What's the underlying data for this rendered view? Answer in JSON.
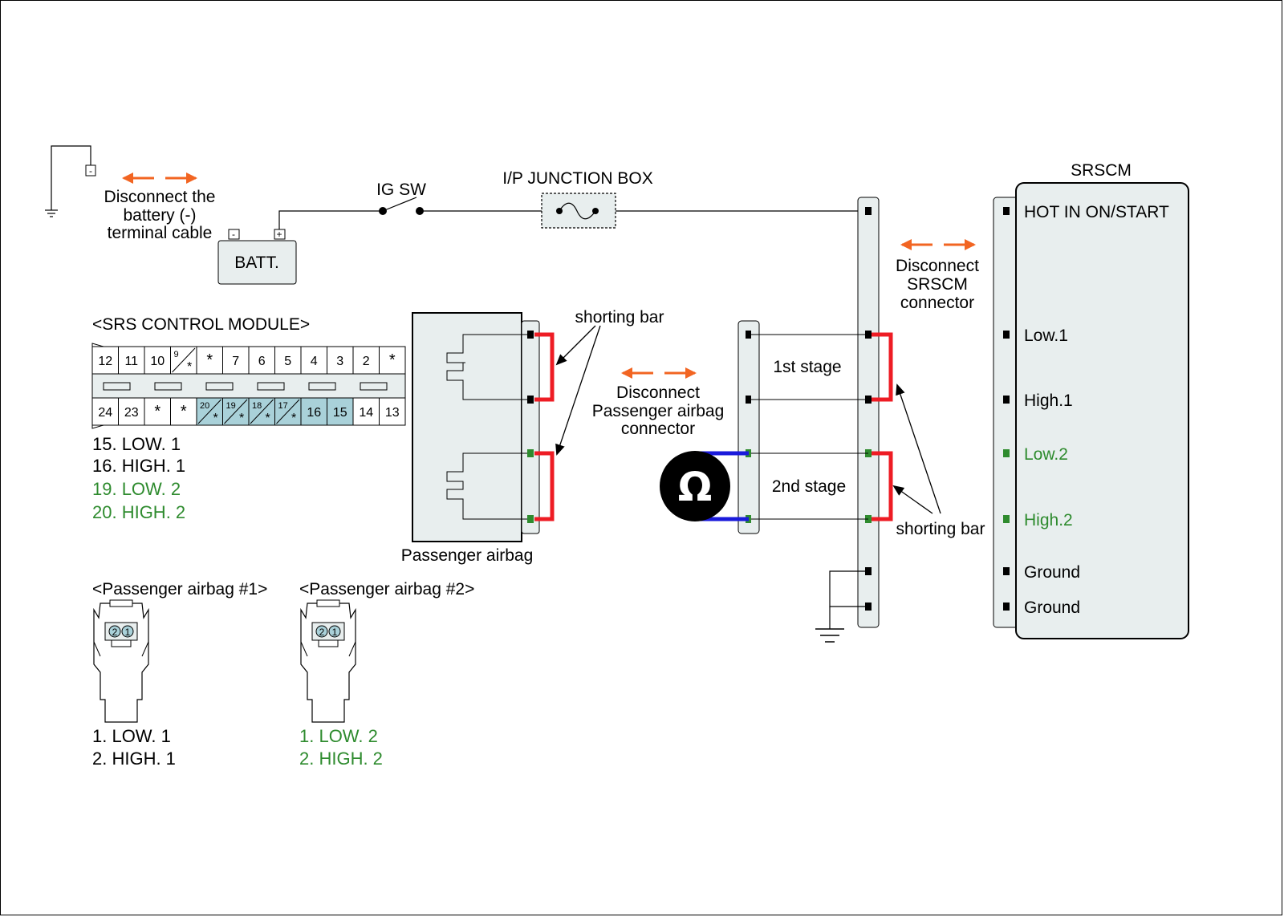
{
  "battery": {
    "disconnect_lines": [
      "Disconnect the",
      "battery (-)",
      "terminal cable"
    ],
    "batt_label": "BATT.",
    "minus": "-",
    "plus": "+"
  },
  "ig_sw_label": "IG SW",
  "junction_box_label": "I/P JUNCTION BOX",
  "srscm": {
    "title": "SRSCM",
    "pins": [
      {
        "label": "HOT IN ON/START",
        "color": "#000000"
      },
      {
        "label": "Low.1",
        "color": "#000000"
      },
      {
        "label": "High.1",
        "color": "#000000"
      },
      {
        "label": "Low.2",
        "color": "#2e8b2e"
      },
      {
        "label": "High.2",
        "color": "#2e8b2e"
      },
      {
        "label": "Ground",
        "color": "#000000"
      },
      {
        "label": "Ground",
        "color": "#000000"
      }
    ],
    "disconnect_lines": [
      "Disconnect",
      "SRSCM",
      "connector"
    ]
  },
  "stages": {
    "first": "1st stage",
    "second": "2nd stage"
  },
  "shorting_bar_label": "shorting bar",
  "passenger_airbag": {
    "label": "Passenger airbag",
    "disconnect_lines": [
      "Disconnect",
      "Passenger airbag",
      "connector"
    ]
  },
  "ohm_symbol": "Ω",
  "srs_module": {
    "title": "<SRS CONTROL MODULE>",
    "top_row": [
      "12",
      "11",
      "10",
      "9",
      "*",
      "7",
      "6",
      "5",
      "4",
      "3",
      "2",
      "*"
    ],
    "bottom_row": [
      "24",
      "23",
      "*",
      "*",
      "20",
      "19",
      "18",
      "17",
      "16",
      "15",
      "14",
      "13"
    ],
    "star": "*",
    "pin_list": [
      {
        "text": "15. LOW. 1",
        "color": "#000000"
      },
      {
        "text": "16. HIGH. 1",
        "color": "#000000"
      },
      {
        "text": "19. LOW. 2",
        "color": "#2e8b2e"
      },
      {
        "text": "20. HIGH. 2",
        "color": "#2e8b2e"
      }
    ]
  },
  "airbag_connectors": [
    {
      "title": "<Passenger airbag #1>",
      "pins": [
        "1. LOW. 1",
        "2. HIGH. 1"
      ],
      "color": "#000000",
      "pin_numbers": [
        "2",
        "1"
      ]
    },
    {
      "title": "<Passenger airbag #2>",
      "pins": [
        "1. LOW. 2",
        "2. HIGH. 2"
      ],
      "color": "#2e8b2e",
      "pin_numbers": [
        "2",
        "1"
      ]
    }
  ],
  "colors": {
    "arrow": "#f26522",
    "shorting_bar": "#ee1c24",
    "meter_lead": "#1a1adb",
    "green_pin": "#2e8b2e",
    "panel_fill": "#e8eeee",
    "highlight_cell": "#a9d1d9"
  }
}
